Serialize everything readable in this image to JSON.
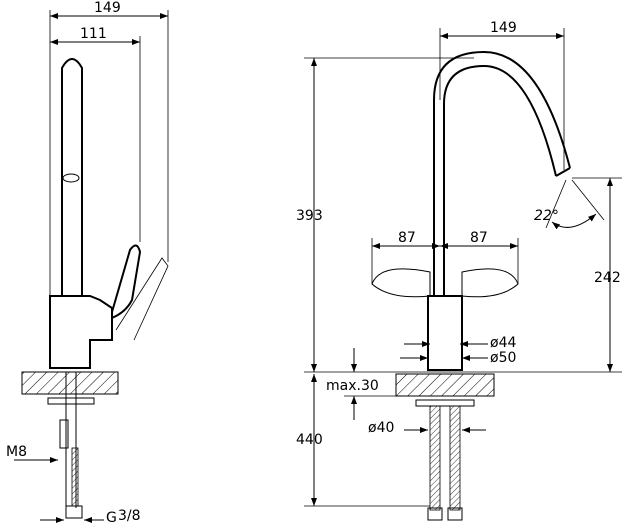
{
  "drawing": {
    "labels": {
      "side_width_top": "149",
      "side_width_inner": "111",
      "thread_m8": "M8",
      "thread_g": "G",
      "thread_frac": "3/8",
      "front_spout_reach": "149",
      "height_total": "393",
      "height_spout": "242",
      "angle": "22°",
      "handle_left": "87",
      "handle_right": "87",
      "dia_44": "ø44",
      "dia_50": "ø50",
      "max_thickness": "max.30",
      "dia_40": "ø40",
      "hose_length": "440"
    }
  }
}
